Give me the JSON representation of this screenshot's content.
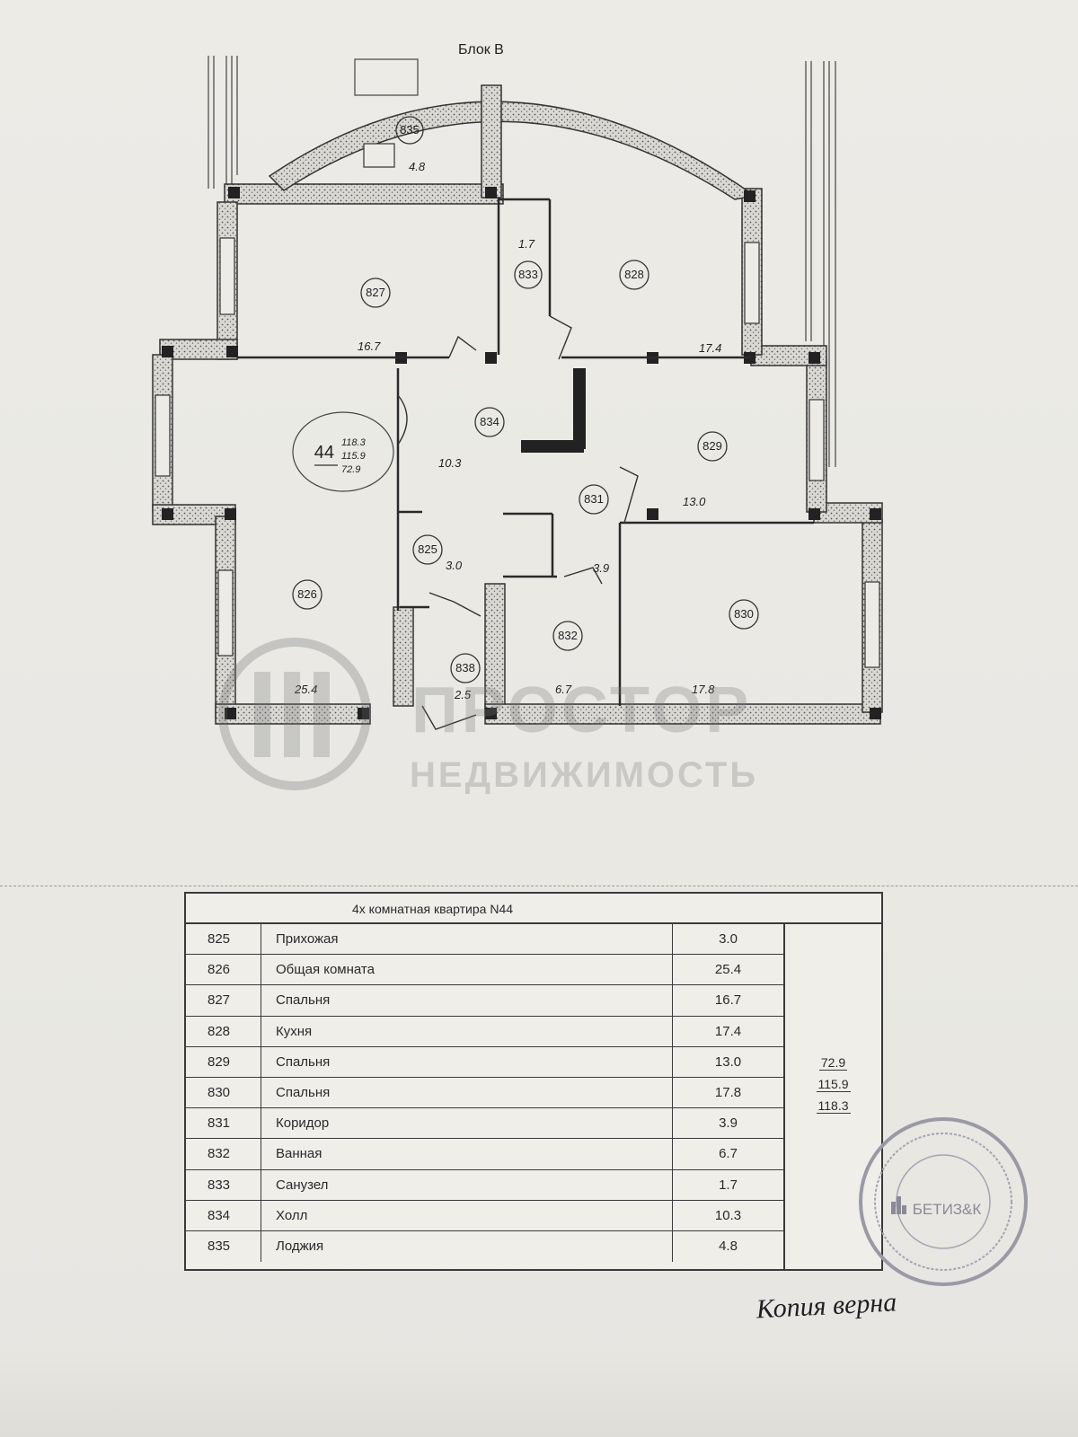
{
  "plan": {
    "block_label": "Блок В",
    "apartment_number": "44",
    "apartment_areas": [
      "118.3",
      "115.9",
      "72.9"
    ],
    "rooms": [
      {
        "code": "835",
        "area": "4.8"
      },
      {
        "code": "827",
        "area": "16.7"
      },
      {
        "code": "833",
        "area": "1.7"
      },
      {
        "code": "828",
        "area": "17.4"
      },
      {
        "code": "834",
        "area": "10.3"
      },
      {
        "code": "829",
        "area": "13.0"
      },
      {
        "code": "831",
        "area": "3.9"
      },
      {
        "code": "825",
        "area": "3.0"
      },
      {
        "code": "826",
        "area": "25.4"
      },
      {
        "code": "832",
        "area": "6.7"
      },
      {
        "code": "830",
        "area": "17.8"
      },
      {
        "code": "838",
        "area": "2.5"
      }
    ]
  },
  "watermark": {
    "line1": "ПРОСТОР",
    "line2": "НЕДВИЖИМОСТЬ"
  },
  "table": {
    "title": "4х комнатная квартира N44",
    "rows": [
      {
        "code": "825",
        "name": "Прихожая",
        "area": "3.0"
      },
      {
        "code": "826",
        "name": "Общая комната",
        "area": "25.4"
      },
      {
        "code": "827",
        "name": "Спальня",
        "area": "16.7"
      },
      {
        "code": "828",
        "name": "Кухня",
        "area": "17.4"
      },
      {
        "code": "829",
        "name": "Спальня",
        "area": "13.0"
      },
      {
        "code": "830",
        "name": "Спальня",
        "area": "17.8"
      },
      {
        "code": "831",
        "name": "Коридор",
        "area": "3.9"
      },
      {
        "code": "832",
        "name": "Ванная",
        "area": "6.7"
      },
      {
        "code": "833",
        "name": "Санузел",
        "area": "1.7"
      },
      {
        "code": "834",
        "name": "Холл",
        "area": "10.3"
      },
      {
        "code": "835",
        "name": "Лоджия",
        "area": "4.8"
      }
    ],
    "totals": [
      "72.9",
      "115.9",
      "118.3"
    ]
  },
  "stamp": {
    "text": "БЕТИЗ&К"
  },
  "signature": {
    "text": "Копия верна"
  },
  "colors": {
    "ink": "#2a2a2a",
    "paper": "#ecebe6",
    "stamp": "#9a9aa6"
  }
}
